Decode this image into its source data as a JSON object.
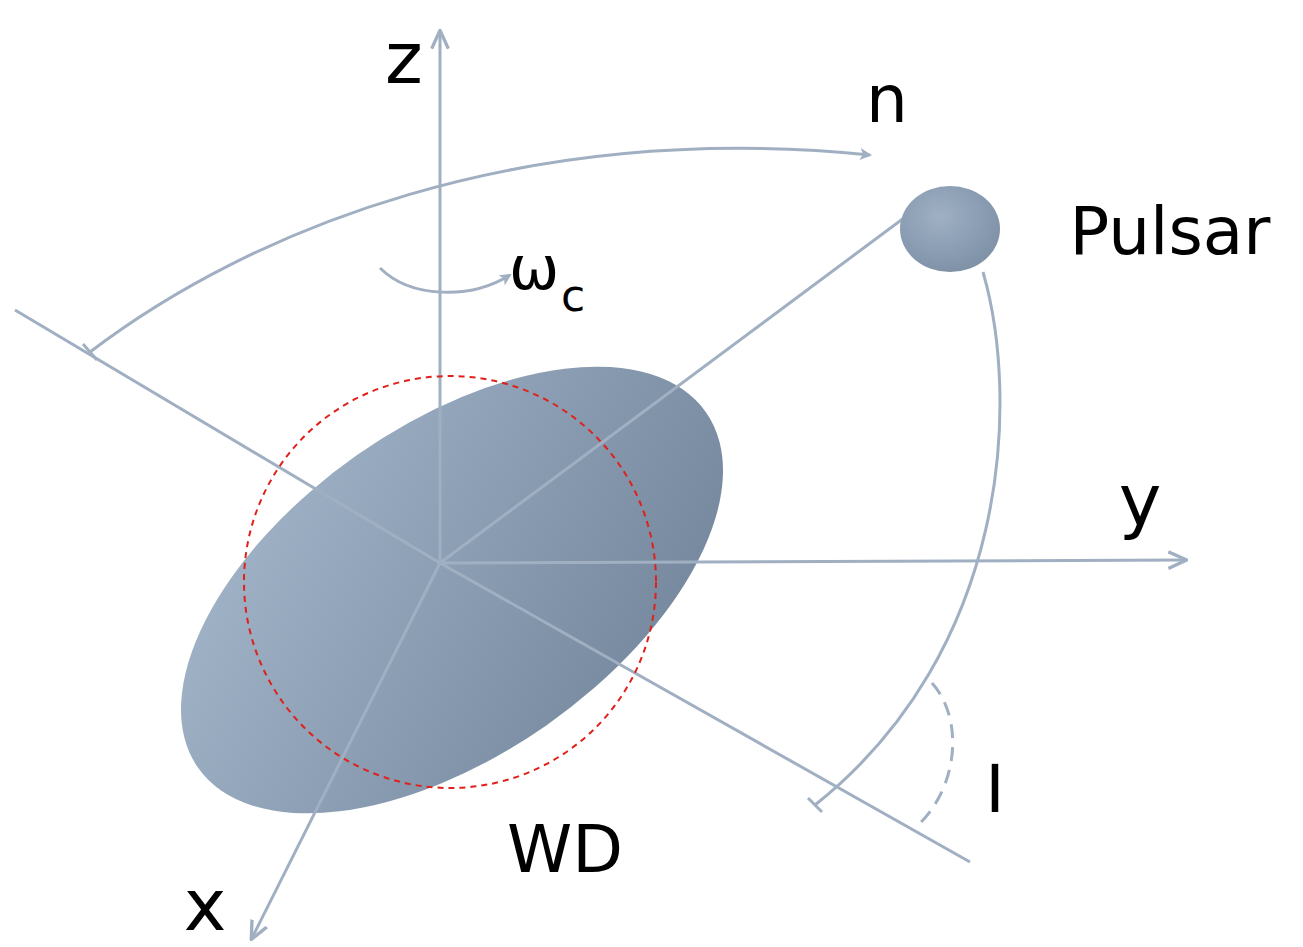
{
  "diagram": {
    "labels": [
      "z",
      "n",
      "Pulsar",
      "ω",
      "c",
      "y",
      "I",
      "WD",
      "x"
    ]
  }
}
